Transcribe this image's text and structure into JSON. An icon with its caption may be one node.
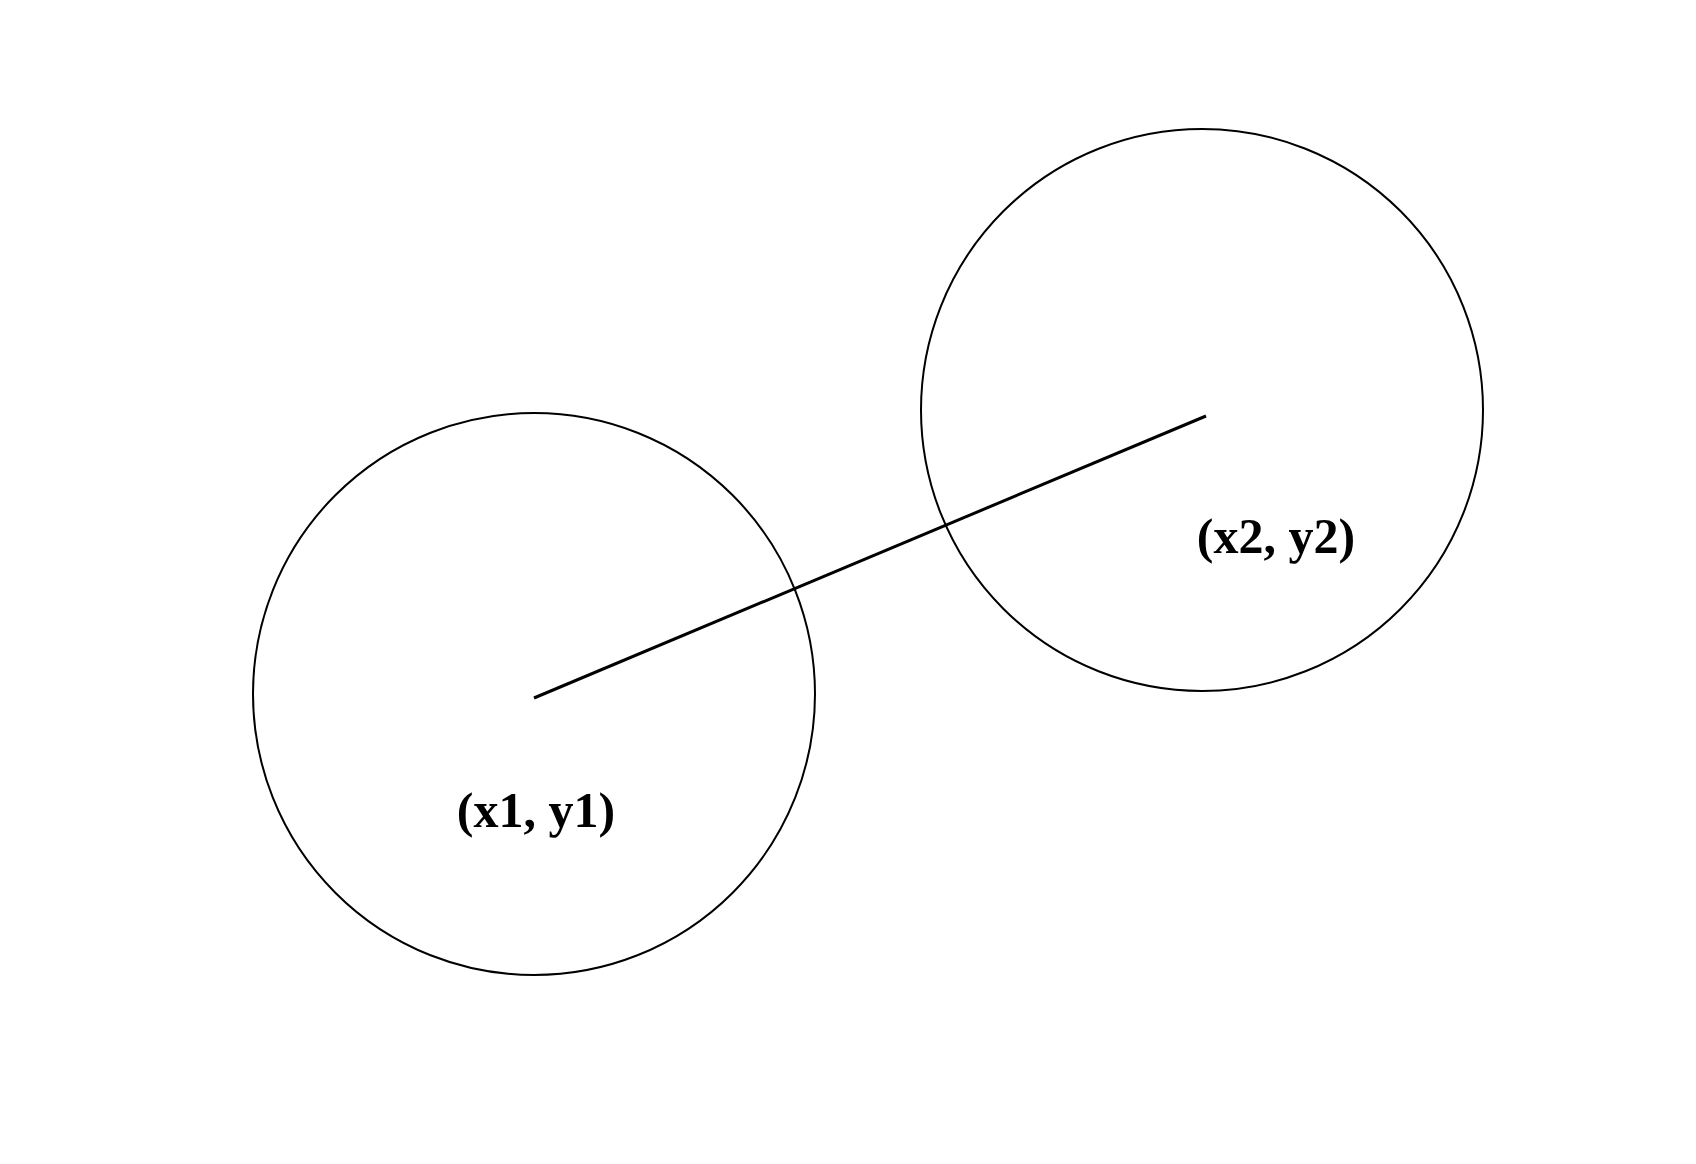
{
  "diagram": {
    "nodes": [
      {
        "text": [
          "(x1, y1)"
        ]
      },
      {
        "text": [
          "(x2, y2)"
        ]
      }
    ],
    "edges": [
      {
        "from": 0,
        "to": 1,
        "arrow": "none"
      }
    ]
  }
}
